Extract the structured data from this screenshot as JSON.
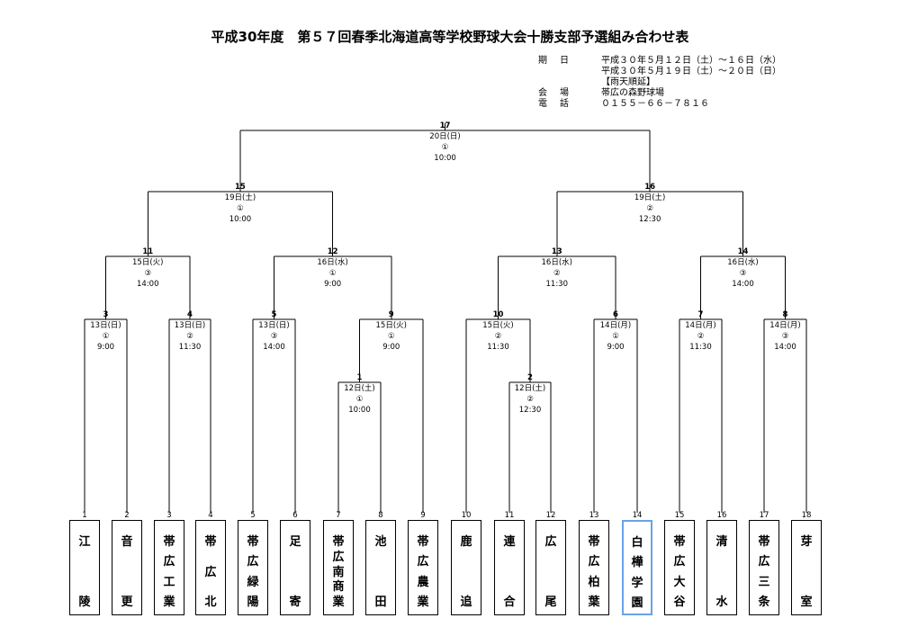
{
  "title": "平成30年度　第５７回春季北海道高等学校野球大会十勝支部予選組み合わせ表",
  "info": {
    "period_label": "期　日",
    "period_lines": [
      "平成３０年５月１２日（土）～１６日（水）",
      "平成３０年５月１９日（土）～２０日（日）"
    ],
    "rain_note": "【雨天順延】",
    "venue_label": "会　場",
    "venue": "帯広の森野球場",
    "phone_label": "電　話",
    "phone": "０１５５－６６－７８１６"
  },
  "teams": [
    {
      "seed": "1",
      "name": "江陵"
    },
    {
      "seed": "2",
      "name": "音更"
    },
    {
      "seed": "3",
      "name": "帯広工業"
    },
    {
      "seed": "4",
      "name": "帯広北"
    },
    {
      "seed": "5",
      "name": "帯広緑陽"
    },
    {
      "seed": "6",
      "name": "足寄"
    },
    {
      "seed": "7",
      "name": "帯広南商業"
    },
    {
      "seed": "8",
      "name": "池田"
    },
    {
      "seed": "9",
      "name": "帯広農業"
    },
    {
      "seed": "10",
      "name": "鹿追"
    },
    {
      "seed": "11",
      "name": "連合"
    },
    {
      "seed": "12",
      "name": "広尾"
    },
    {
      "seed": "13",
      "name": "帯広柏葉"
    },
    {
      "seed": "14",
      "name": "白樺学園"
    },
    {
      "seed": "15",
      "name": "帯広大谷"
    },
    {
      "seed": "16",
      "name": "清水"
    },
    {
      "seed": "17",
      "name": "帯広三条"
    },
    {
      "seed": "18",
      "name": "芽室"
    }
  ],
  "highlighted_team": "14",
  "matches": [
    {
      "no": "1",
      "date": "12日(土)",
      "game": "①",
      "time": "10:00"
    },
    {
      "no": "2",
      "date": "12日(土)",
      "game": "②",
      "time": "12:30"
    },
    {
      "no": "3",
      "date": "13日(日)",
      "game": "①",
      "time": "9:00"
    },
    {
      "no": "4",
      "date": "13日(日)",
      "game": "②",
      "time": "11:30"
    },
    {
      "no": "5",
      "date": "13日(日)",
      "game": "③",
      "time": "14:00"
    },
    {
      "no": "6",
      "date": "14日(月)",
      "game": "①",
      "time": "9:00"
    },
    {
      "no": "7",
      "date": "14日(月)",
      "game": "②",
      "time": "11:30"
    },
    {
      "no": "8",
      "date": "14日(月)",
      "game": "③",
      "time": "14:00"
    },
    {
      "no": "9",
      "date": "15日(火)",
      "game": "①",
      "time": "9:00"
    },
    {
      "no": "10",
      "date": "15日(火)",
      "game": "②",
      "time": "11:30"
    },
    {
      "no": "11",
      "date": "15日(火)",
      "game": "③",
      "time": "14:00"
    },
    {
      "no": "12",
      "date": "16日(水)",
      "game": "①",
      "time": "9:00"
    },
    {
      "no": "13",
      "date": "16日(水)",
      "game": "②",
      "time": "11:30"
    },
    {
      "no": "14",
      "date": "16日(水)",
      "game": "③",
      "time": "14:00"
    },
    {
      "no": "15",
      "date": "19日(土)",
      "game": "①",
      "time": "10:00"
    },
    {
      "no": "16",
      "date": "19日(土)",
      "game": "②",
      "time": "12:30"
    },
    {
      "no": "17",
      "date": "20日(日)",
      "game": "①",
      "time": "10:00"
    }
  ]
}
